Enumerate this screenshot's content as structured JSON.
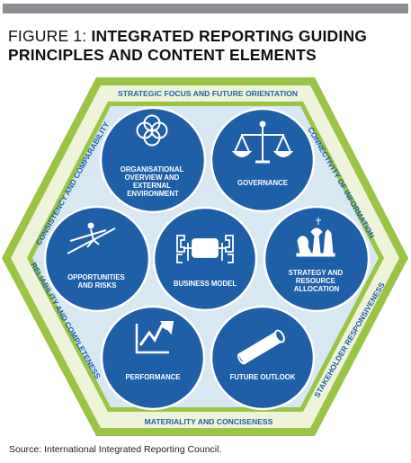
{
  "figure": {
    "label": "FIGURE 1:",
    "title_line1": "INTEGRATED REPORTING GUIDING",
    "title_line2": "PRINCIPLES AND CONTENT ELEMENTS"
  },
  "guiding_principles": {
    "top": "STRATEGIC FOCUS AND FUTURE ORIENTATION",
    "upper_left": "CONSISTENCY AND COMPARABILITY",
    "upper_right": "CONNECTIVITY OF INFORMATION",
    "lower_left": "RELIABILITY AND COMPLETENESS",
    "lower_right": "STAKEHOLDER RESPONSIVENESS",
    "bottom": "MATERIALITY AND CONCISENESS"
  },
  "content_elements": {
    "organisational_overview": [
      "ORGANISATIONAL",
      "OVERVIEW AND",
      "EXTERNAL",
      "ENVIRONMENT"
    ],
    "governance": [
      "GOVERNANCE"
    ],
    "opportunities_and_risks": [
      "OPPORTUNITIES",
      "AND RISKS"
    ],
    "business_model": [
      "BUSINESS MODEL"
    ],
    "strategy_and_resource_allocation": [
      "STRATEGY AND",
      "RESOURCE",
      "ALLOCATION"
    ],
    "performance": [
      "PERFORMANCE"
    ],
    "future_outlook": [
      "FUTURE OUTLOOK"
    ]
  },
  "source": "Source: International Integrated Reporting Council.",
  "colors": {
    "top_bar": "#8d8f92",
    "outer_ring": "#9bc447",
    "band_fill": "#eef4d9",
    "inner_fill": "#d8e8f2",
    "circle_fill": "#1f5fa8",
    "circle_edge": "#ffffff",
    "band_text": "#1f5fa8"
  }
}
